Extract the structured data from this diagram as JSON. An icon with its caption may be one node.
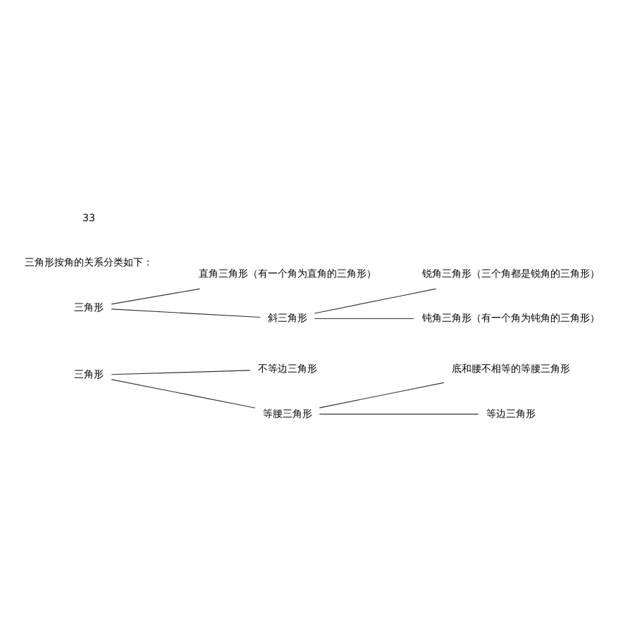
{
  "diagram": {
    "nodes": [
      {
        "text": [
          "三角形"
        ]
      },
      {
        "text": [
          "不等边三角形"
        ]
      },
      {
        "text": [
          "等腰三角形"
        ]
      },
      {
        "text": [
          "底和腰不相等的等腰三角形"
        ]
      },
      {
        "text": [
          "等边三角形"
        ]
      },
      {
        "text": [
          "三角形"
        ]
      },
      {
        "text": [
          "直角三角形（有一个角为直角的三角形）"
        ]
      },
      {
        "text": [
          "斜三角形"
        ]
      },
      {
        "text": [
          "锐角三角形（三个角都是锐角的三角形）"
        ]
      },
      {
        "text": [
          "钝角三角形（有一个角为钝角的三角形）"
        ]
      }
    ],
    "edges": [
      {
        "from": 0,
        "to": 1,
        "arrow": "none"
      },
      {
        "from": 0,
        "to": 2,
        "arrow": "none"
      },
      {
        "from": 2,
        "to": 3,
        "arrow": "none"
      },
      {
        "from": 2,
        "to": 4,
        "arrow": "none"
      },
      {
        "from": 5,
        "to": 6,
        "arrow": "none"
      },
      {
        "from": 5,
        "to": 7,
        "arrow": "none"
      },
      {
        "from": 7,
        "to": 8,
        "arrow": "none"
      },
      {
        "from": 7,
        "to": 9,
        "arrow": "none"
      }
    ],
    "labels": [
      "三角形按角的关系分类如下：",
      "33"
    ]
  }
}
